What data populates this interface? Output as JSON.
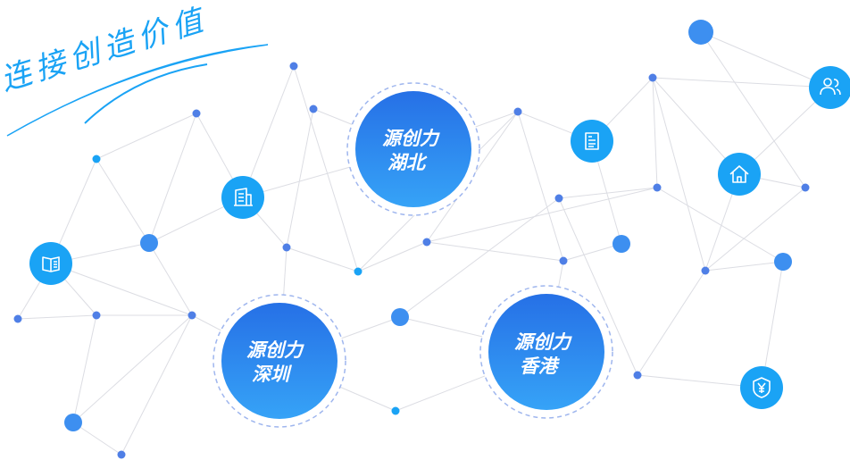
{
  "slogan": "连接创造价值",
  "hubs": [
    {
      "id": "hubei",
      "line1": "源创力",
      "line2": "湖北"
    },
    {
      "id": "shenzhen",
      "line1": "源创力",
      "line2": "深圳"
    },
    {
      "id": "hongkong",
      "line1": "源创力",
      "line2": "香港"
    }
  ],
  "icons": [
    "book-icon",
    "building-icon",
    "document-icon",
    "home-icon",
    "user-icon",
    "yen-shield-icon"
  ],
  "colors": {
    "node": "#4f7fe6",
    "accent": "#1aa3f5",
    "edge": "#dcdde3",
    "hub_top": "#2670e6",
    "hub_bottom": "#36a3f7"
  }
}
